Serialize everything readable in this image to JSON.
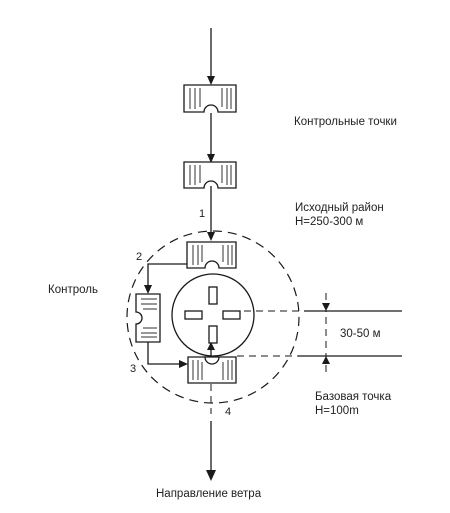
{
  "labels": {
    "control_points": "Контрольные точки",
    "initial_area_line1": "Исходный район",
    "initial_area_line2": "H=250-300 м",
    "control": "Контроль",
    "distance": "30-50 м",
    "base_point_line1": "Базовая точка",
    "base_point_line2": "H=100m",
    "wind_direction": "Направление ветра"
  },
  "step_numbers": [
    "1",
    "2",
    "3",
    "4"
  ],
  "colors": {
    "line": "#1a1a1a",
    "text": "#222222",
    "background": "#ffffff"
  }
}
